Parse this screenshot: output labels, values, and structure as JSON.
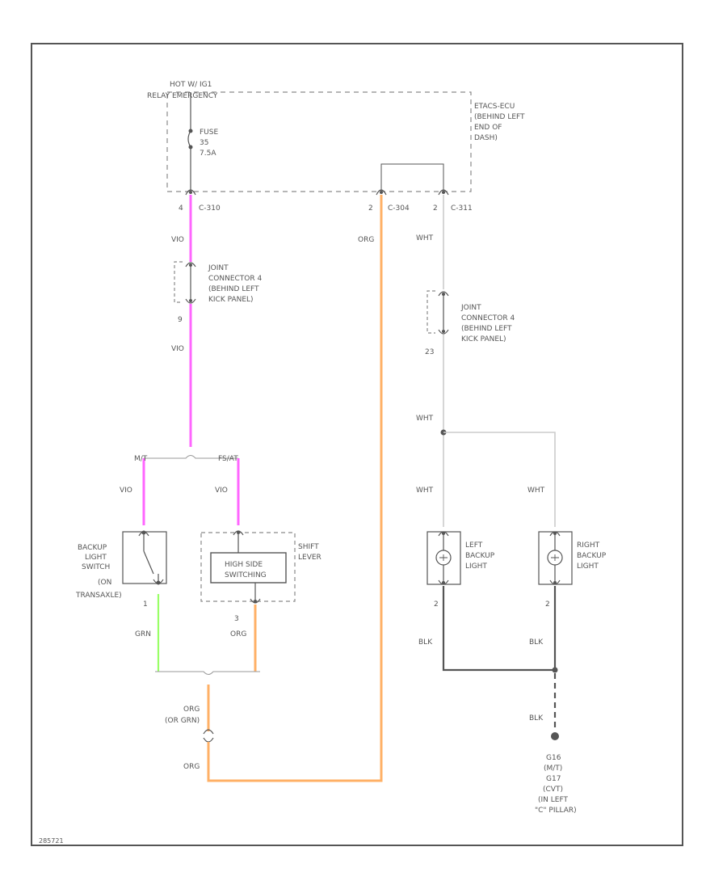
{
  "colors": {
    "border": "#555555",
    "text": "#555555",
    "dashed": "#8a8a8a",
    "wire_violet": "#ff66ff",
    "wire_orange": "#ffb066",
    "wire_green": "#99ff66",
    "wire_white": "#cccccc",
    "wire_black": "#555555"
  },
  "icons": [
    "fuse-icon",
    "connector-icon",
    "switch-icon",
    "lamp-icon",
    "ground-icon",
    "splice-dot-icon"
  ],
  "labels": {
    "hot_at": "HOT W/ IG1",
    "relay": "RELAY EMERGENCY",
    "fuse_name": "FUSE",
    "fuse_num": "35",
    "fuse_amp": "7.5A",
    "etacs_1": "ETACS-ECU",
    "etacs_2": "(BEHIND LEFT",
    "etacs_3": "END OF",
    "etacs_4": "DASH)",
    "pin_c310": "4",
    "conn_c310": "C-310",
    "pin_c304": "2",
    "conn_c304": "C-304",
    "pin_c311": "2",
    "conn_c311": "C-311",
    "wire_vio_1": "VIO",
    "wire_vio_2": "VIO",
    "wire_vio_3": "VIO",
    "wire_vio_4": "VIO",
    "wire_org_1": "ORG",
    "wire_org_2": "ORG",
    "wire_org_3": "ORG",
    "wire_org_4": "ORG",
    "wire_org_alt": "(OR GRN)",
    "wire_grn": "GRN",
    "wire_wht_1": "WHT",
    "wire_wht_2": "WHT",
    "wire_wht_3": "WHT",
    "wire_wht_4": "WHT",
    "wire_blk_1": "BLK",
    "wire_blk_2": "BLK",
    "wire_blk_3": "BLK",
    "jc_left_1": "JOINT",
    "jc_left_2": "CONNECTOR 4",
    "jc_left_3": "(BEHIND LEFT",
    "jc_left_4": "KICK PANEL)",
    "jc_left_pin": "9",
    "jc_right_1": "JOINT",
    "jc_right_2": "CONNECTOR 4",
    "jc_right_3": "(BEHIND LEFT",
    "jc_right_4": "KICK PANEL)",
    "jc_right_pin": "23",
    "mt": "M/T",
    "cvt": "FS/AT",
    "sw_1": "BACKUP",
    "sw_2": "LIGHT",
    "sw_3": "SWITCH",
    "sw_4": "(ON",
    "sw_5": "TRANSAXLE)",
    "sw_pin": "1",
    "shift_1": "SHIFT",
    "shift_2": "LEVER",
    "hs_1": "HIGH SIDE",
    "hs_2": "SWITCHING",
    "shift_pin": "3",
    "left_1": "LEFT",
    "left_2": "BACKUP",
    "left_3": "LIGHT",
    "left_pin": "2",
    "right_1": "RIGHT",
    "right_2": "BACKUP",
    "right_3": "LIGHT",
    "right_pin": "2",
    "gnd_1": "G16",
    "gnd_2": "(M/T)",
    "gnd_3": "G17",
    "gnd_4": "(CVT)",
    "gnd_5": "(IN LEFT",
    "gnd_6": "\"C\" PILLAR)",
    "fig_code": "285721"
  }
}
